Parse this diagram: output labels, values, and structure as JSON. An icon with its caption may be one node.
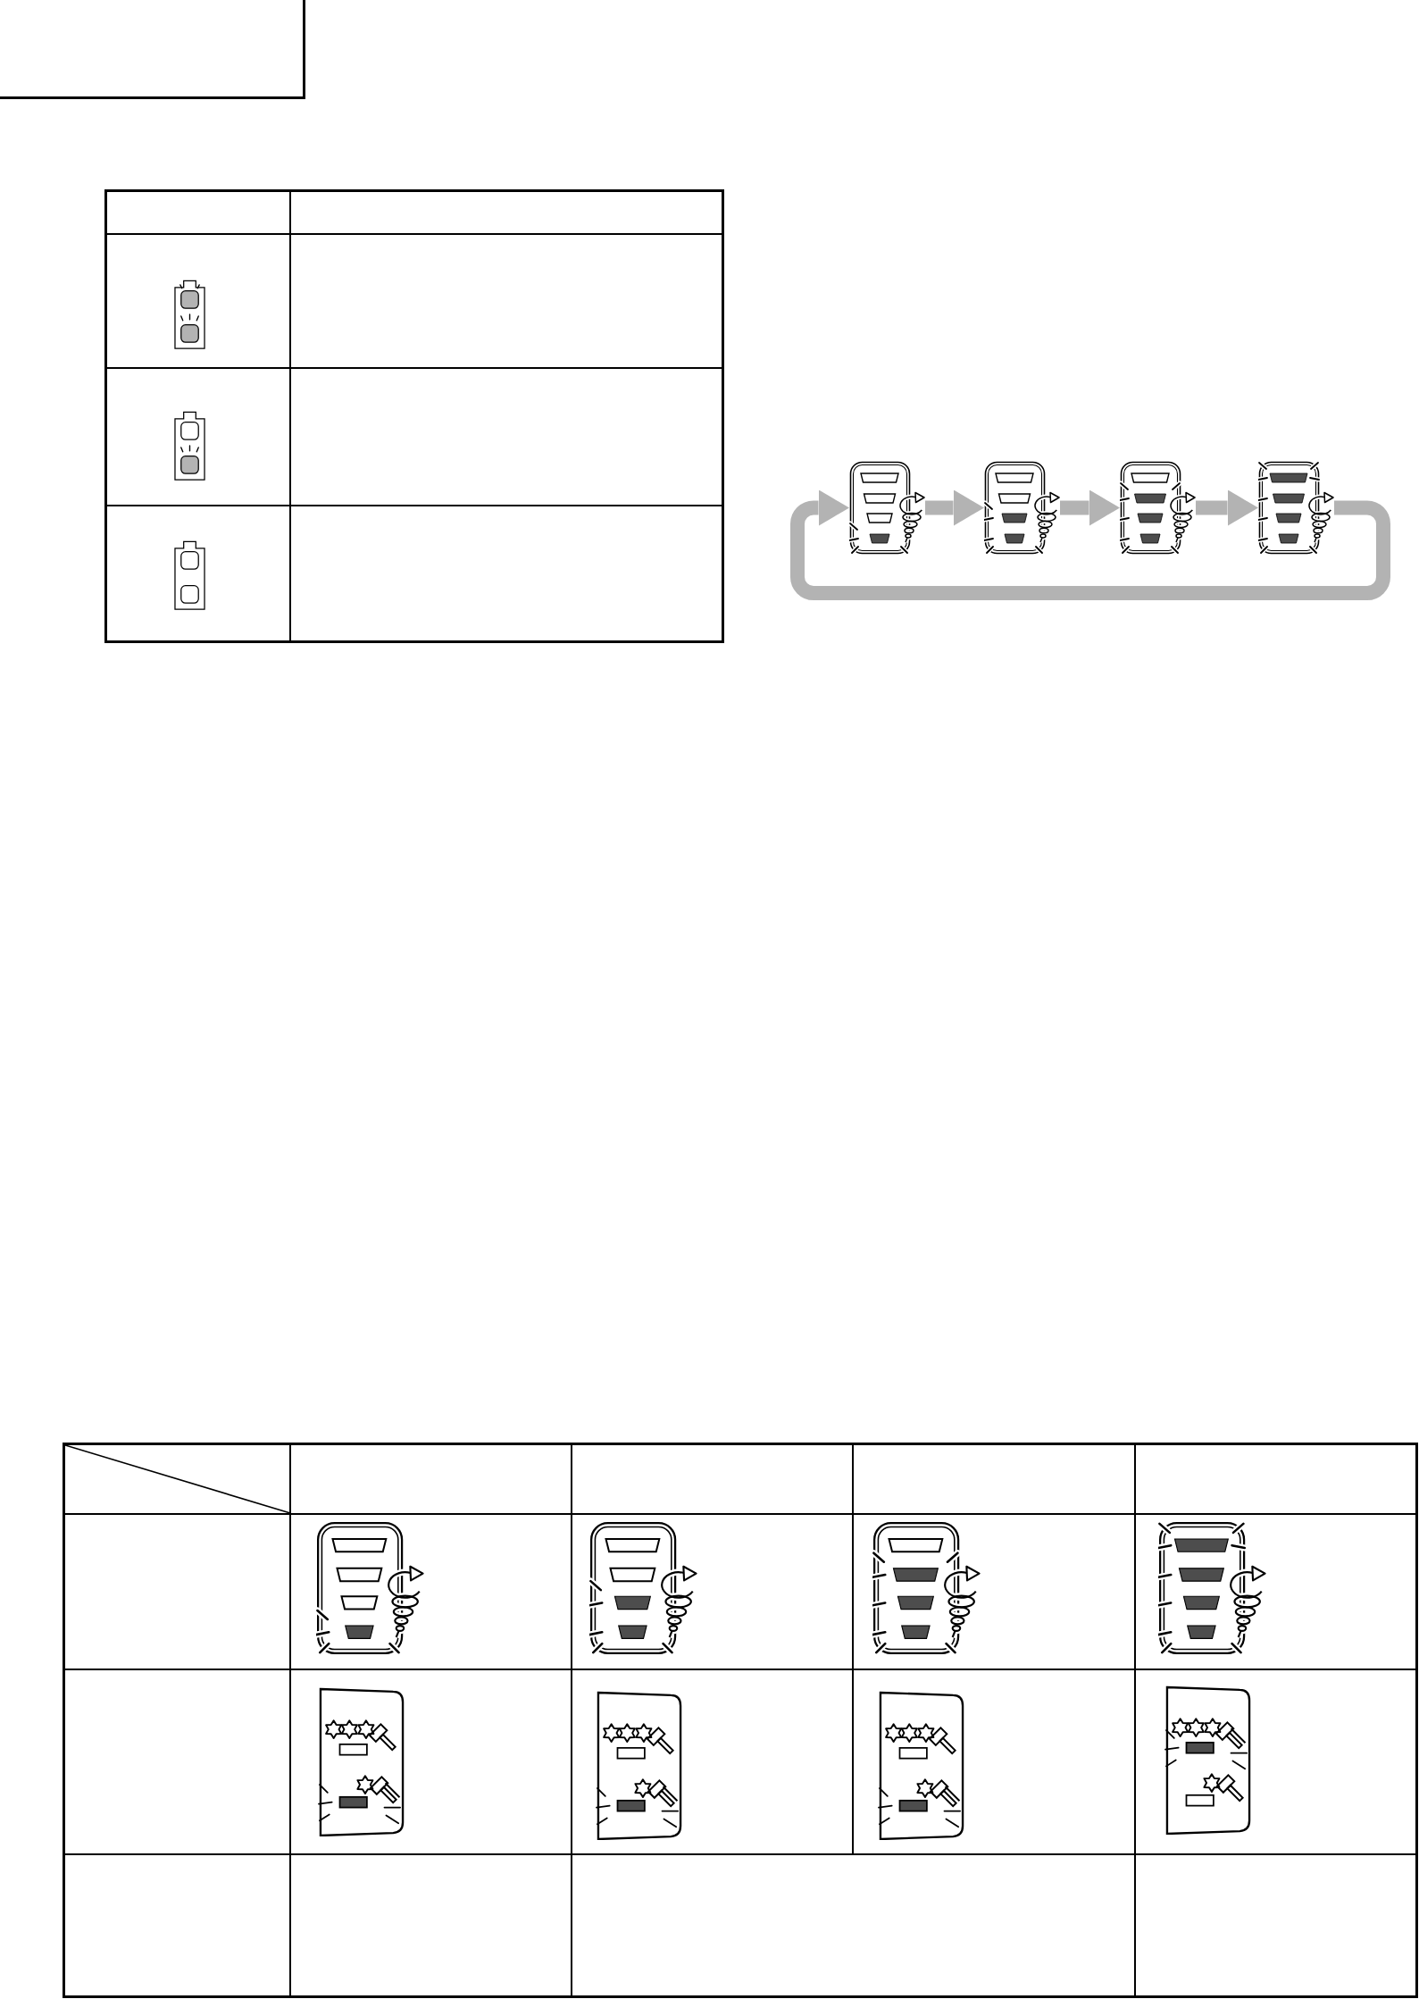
{
  "diagram": {
    "nodes": [
      {
        "text": [],
        "shape": "picture"
      },
      {
        "text": [],
        "shape": "picture"
      },
      {
        "text": [],
        "shape": "picture"
      },
      {
        "text": [],
        "shape": "picture"
      }
    ],
    "edges": [
      {
        "from": 0,
        "to": 1,
        "arrow": "to"
      },
      {
        "from": 1,
        "to": 2,
        "arrow": "to"
      },
      {
        "from": 2,
        "to": 3,
        "arrow": "to"
      },
      {
        "from": 3,
        "to": 0,
        "arrow": "to"
      }
    ]
  }
}
